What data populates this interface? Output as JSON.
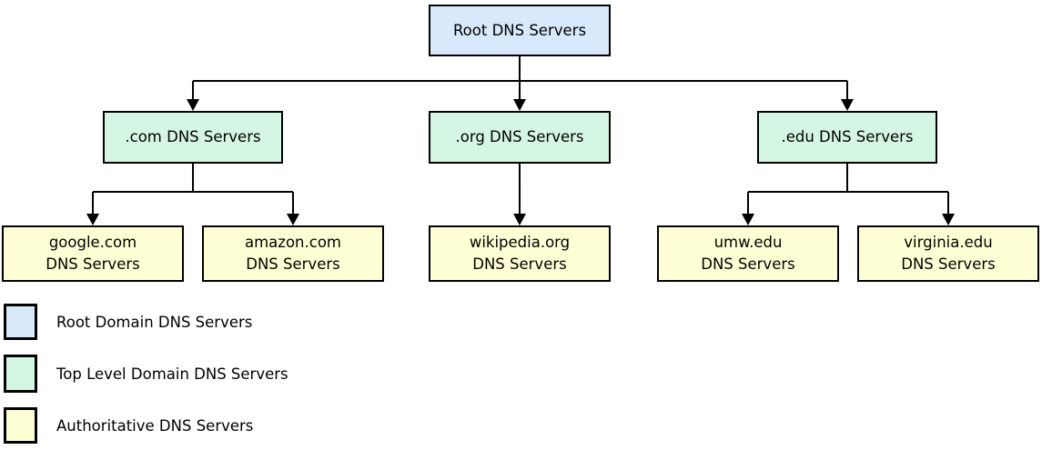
{
  "colors": {
    "page_bg": "#ffffff",
    "line_color": "#000000",
    "text_color": "#000000",
    "root_fill": "#d7e9fb",
    "tld_fill": "#d5f6e3",
    "auth_fill": "#ffffd6"
  },
  "tree": {
    "root": {
      "label": "Root DNS Servers"
    },
    "tlds": [
      {
        "label": ".com DNS Servers",
        "children": [
          {
            "line1": "google.com",
            "line2": "DNS Servers"
          },
          {
            "line1": "amazon.com",
            "line2": "DNS Servers"
          }
        ]
      },
      {
        "label": ".org DNS Servers",
        "children": [
          {
            "line1": "wikipedia.org",
            "line2": "DNS Servers"
          }
        ]
      },
      {
        "label": ".edu DNS Servers",
        "children": [
          {
            "line1": "umw.edu",
            "line2": "DNS Servers"
          },
          {
            "line1": "virginia.edu",
            "line2": "DNS Servers"
          }
        ]
      }
    ]
  },
  "legend": {
    "items": [
      {
        "swatch": "root-domain-swatch",
        "label": "Root Domain DNS Servers"
      },
      {
        "swatch": "top-level-domain-swatch",
        "label": "Top Level Domain DNS Servers"
      },
      {
        "swatch": "authoritative-swatch",
        "label": "Authoritative DNS Servers"
      }
    ]
  }
}
